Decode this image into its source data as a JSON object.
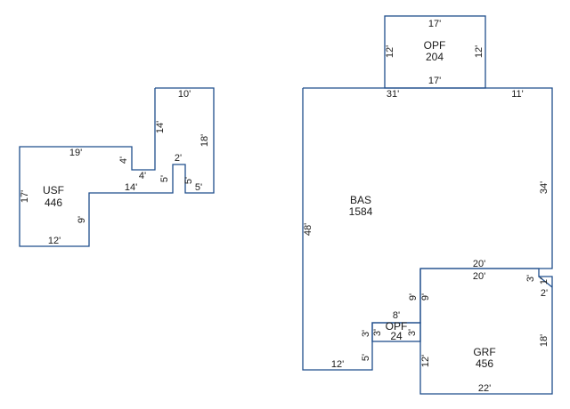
{
  "areas": {
    "usf": {
      "name": "USF",
      "size": "446"
    },
    "opf_top": {
      "name": "OPF",
      "size": "204"
    },
    "bas": {
      "name": "BAS",
      "size": "1584"
    },
    "opf_small": {
      "name": "OPF",
      "size": "24"
    },
    "grf": {
      "name": "GRF",
      "size": "456"
    }
  },
  "dims": {
    "usf": {
      "top_right": "10'",
      "right_18": "18'",
      "notch_14": "14'",
      "top_left": "19'",
      "step_4a": "4'",
      "step_4b": "4'",
      "step_2": "2'",
      "step_5a": "5'",
      "step_5b": "5'",
      "step_5c": "5'",
      "mid_14": "14'",
      "left_17": "17'",
      "left_9": "9'",
      "bottom_12": "12'"
    },
    "opf_top": {
      "top": "17'",
      "bottom": "17'",
      "left": "12'",
      "right": "12'"
    },
    "bas": {
      "top_31": "31'",
      "top_11": "11'",
      "right_34": "34'",
      "left_48": "48'",
      "bottom_12": "12'",
      "inner_5": "5'",
      "inner_3": "3'"
    },
    "opf_small": {
      "top": "8'",
      "left": "3'",
      "right": "3'"
    },
    "grf": {
      "top_20a": "20'",
      "top_20b": "20'",
      "left_9": "9'",
      "left_12": "12'",
      "right_3": "3'",
      "right_1": "1'",
      "right_2": "2'",
      "right_18": "18'",
      "bottom": "22'"
    }
  }
}
